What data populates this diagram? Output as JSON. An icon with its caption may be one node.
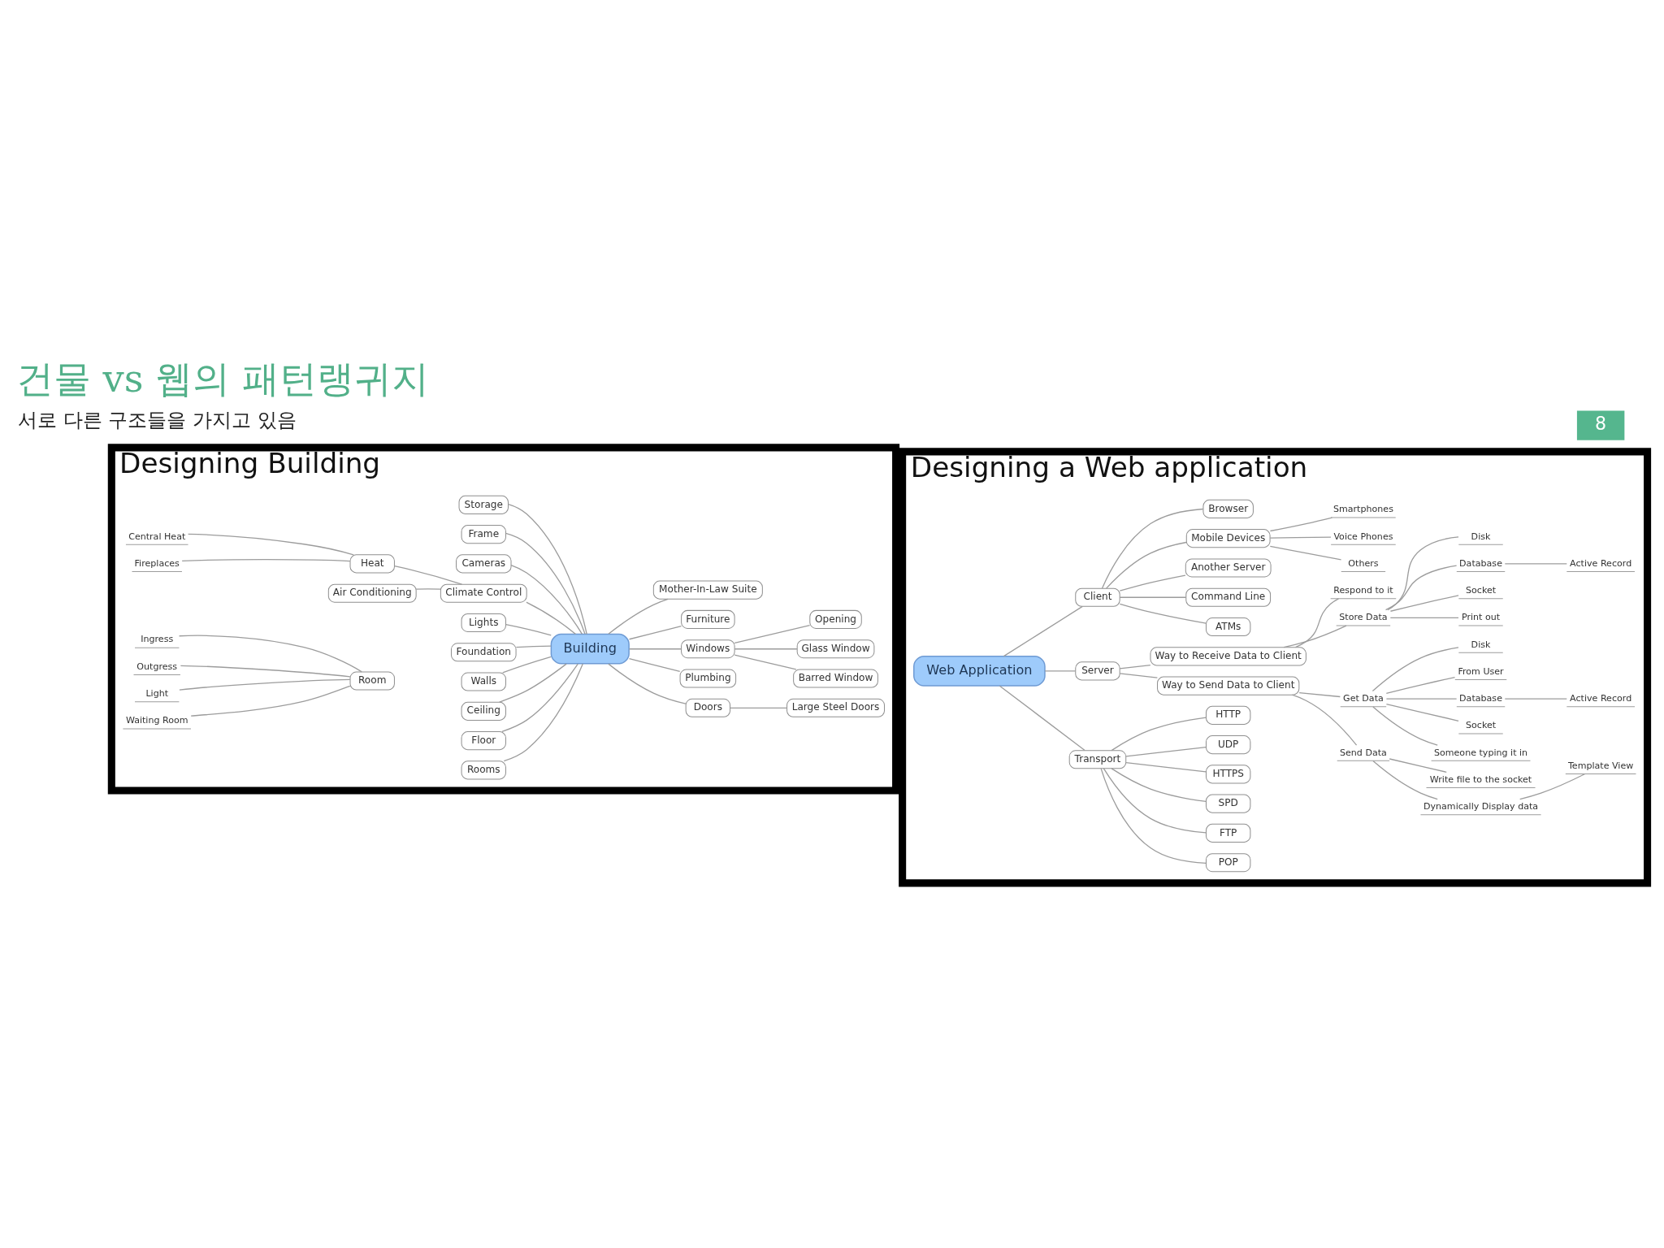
{
  "diagram": {
    "title": "건물 vs 웹의 패턴랭귀지",
    "nodes": [
      {
        "text": [
          "Designing Building"
        ]
      },
      {
        "text": [
          "Building"
        ],
        "in": 0
      },
      {
        "text": [
          "Storage"
        ],
        "in": 0
      },
      {
        "text": [
          "Frame"
        ],
        "in": 0
      },
      {
        "text": [
          "Cameras"
        ],
        "in": 0
      },
      {
        "text": [
          "Climate Control"
        ],
        "in": 0
      },
      {
        "text": [
          "Heat"
        ],
        "in": 0
      },
      {
        "text": [
          "Central Heat"
        ],
        "in": 0
      },
      {
        "text": [
          "Fireplaces"
        ],
        "in": 0
      },
      {
        "text": [
          "Air Conditioning"
        ],
        "in": 0
      },
      {
        "text": [
          "Lights"
        ],
        "in": 0
      },
      {
        "text": [
          "Foundation"
        ],
        "in": 0
      },
      {
        "text": [
          "Walls"
        ],
        "in": 0
      },
      {
        "text": [
          "Ceiling"
        ],
        "in": 0
      },
      {
        "text": [
          "Floor"
        ],
        "in": 0
      },
      {
        "text": [
          "Rooms"
        ],
        "in": 0
      },
      {
        "text": [
          "Mother-In-Law Suite"
        ],
        "in": 0
      },
      {
        "text": [
          "Furniture"
        ],
        "in": 0
      },
      {
        "text": [
          "Windows"
        ],
        "in": 0
      },
      {
        "text": [
          "Opening"
        ],
        "in": 0
      },
      {
        "text": [
          "Glass Window"
        ],
        "in": 0
      },
      {
        "text": [
          "Barred Window"
        ],
        "in": 0
      },
      {
        "text": [
          "Plumbing"
        ],
        "in": 0
      },
      {
        "text": [
          "Doors"
        ],
        "in": 0
      },
      {
        "text": [
          "Large Steel Doors"
        ],
        "in": 0
      },
      {
        "text": [
          "Room"
        ],
        "in": 0
      },
      {
        "text": [
          "Ingress"
        ],
        "in": 0
      },
      {
        "text": [
          "Outgress"
        ],
        "in": 0
      },
      {
        "text": [
          "Light"
        ],
        "in": 0
      },
      {
        "text": [
          "Waiting Room"
        ],
        "in": 0
      },
      {
        "text": [
          "Designing a Web application"
        ]
      },
      {
        "text": [
          "Web Application"
        ],
        "in": 30
      },
      {
        "text": [
          "Client"
        ],
        "in": 30
      },
      {
        "text": [
          "Browser"
        ],
        "in": 30
      },
      {
        "text": [
          "Mobile Devices"
        ],
        "in": 30
      },
      {
        "text": [
          "Smartphones"
        ],
        "in": 30
      },
      {
        "text": [
          "Voice Phones"
        ],
        "in": 30
      },
      {
        "text": [
          "Others"
        ],
        "in": 30
      },
      {
        "text": [
          "Another Server"
        ],
        "in": 30
      },
      {
        "text": [
          "Command Line"
        ],
        "in": 30
      },
      {
        "text": [
          "ATMs"
        ],
        "in": 30
      },
      {
        "text": [
          "Server"
        ],
        "in": 30
      },
      {
        "text": [
          "Way to Receive Data to Client"
        ],
        "in": 30
      },
      {
        "text": [
          "Respond to it"
        ],
        "in": 30
      },
      {
        "text": [
          "Store Data"
        ],
        "in": 30
      },
      {
        "text": [
          "Disk"
        ],
        "in": 30
      },
      {
        "text": [
          "Database"
        ],
        "in": 30
      },
      {
        "text": [
          "Active Record"
        ],
        "in": 30
      },
      {
        "text": [
          "Socket"
        ],
        "in": 30
      },
      {
        "text": [
          "Print out"
        ],
        "in": 30
      },
      {
        "text": [
          "Way to Send Data to Client"
        ],
        "in": 30
      },
      {
        "text": [
          "Get Data"
        ],
        "in": 30
      },
      {
        "text": [
          "Disk"
        ],
        "in": 30
      },
      {
        "text": [
          "From User"
        ],
        "in": 30
      },
      {
        "text": [
          "Database"
        ],
        "in": 30
      },
      {
        "text": [
          "Active Record"
        ],
        "in": 30
      },
      {
        "text": [
          "Socket"
        ],
        "in": 30
      },
      {
        "text": [
          "Someone typing it in"
        ],
        "in": 30
      },
      {
        "text": [
          "Send Data"
        ],
        "in": 30
      },
      {
        "text": [
          "Write file to the socket"
        ],
        "in": 30
      },
      {
        "text": [
          "Dynamically Display data"
        ],
        "in": 30
      },
      {
        "text": [
          "Template View"
        ],
        "in": 30
      },
      {
        "text": [
          "Transport"
        ],
        "in": 30
      },
      {
        "text": [
          "HTTP"
        ],
        "in": 30
      },
      {
        "text": [
          "UDP"
        ],
        "in": 30
      },
      {
        "text": [
          "HTTPS"
        ],
        "in": 30
      },
      {
        "text": [
          "SPD"
        ],
        "in": 30
      },
      {
        "text": [
          "FTP"
        ],
        "in": 30
      },
      {
        "text": [
          "POP"
        ],
        "in": 30
      }
    ],
    "edges": [
      {
        "from": 1,
        "to": 2,
        "arrow": "none"
      },
      {
        "from": 1,
        "to": 3,
        "arrow": "none"
      },
      {
        "from": 1,
        "to": 4,
        "arrow": "none"
      },
      {
        "from": 1,
        "to": 5,
        "arrow": "none"
      },
      {
        "from": 5,
        "to": 6,
        "arrow": "none"
      },
      {
        "from": 6,
        "to": 7,
        "arrow": "none"
      },
      {
        "from": 6,
        "to": 8,
        "arrow": "none"
      },
      {
        "from": 5,
        "to": 9,
        "arrow": "none"
      },
      {
        "from": 1,
        "to": 10,
        "arrow": "none"
      },
      {
        "from": 1,
        "to": 11,
        "arrow": "none"
      },
      {
        "from": 1,
        "to": 12,
        "arrow": "none"
      },
      {
        "from": 1,
        "to": 13,
        "arrow": "none"
      },
      {
        "from": 1,
        "to": 14,
        "arrow": "none"
      },
      {
        "from": 1,
        "to": 15,
        "arrow": "none"
      },
      {
        "from": 1,
        "to": 16,
        "arrow": "none"
      },
      {
        "from": 1,
        "to": 17,
        "arrow": "none"
      },
      {
        "from": 1,
        "to": 18,
        "arrow": "none"
      },
      {
        "from": 18,
        "to": 19,
        "arrow": "none"
      },
      {
        "from": 18,
        "to": 20,
        "arrow": "none"
      },
      {
        "from": 18,
        "to": 21,
        "arrow": "none"
      },
      {
        "from": 1,
        "to": 22,
        "arrow": "none"
      },
      {
        "from": 1,
        "to": 23,
        "arrow": "none"
      },
      {
        "from": 23,
        "to": 24,
        "arrow": "none"
      },
      {
        "from": 25,
        "to": 26,
        "arrow": "none"
      },
      {
        "from": 25,
        "to": 27,
        "arrow": "none"
      },
      {
        "from": 25,
        "to": 28,
        "arrow": "none"
      },
      {
        "from": 25,
        "to": 29,
        "arrow": "none"
      },
      {
        "from": 31,
        "to": 32,
        "arrow": "none"
      },
      {
        "from": 32,
        "to": 33,
        "arrow": "none"
      },
      {
        "from": 32,
        "to": 34,
        "arrow": "none"
      },
      {
        "from": 34,
        "to": 35,
        "arrow": "none"
      },
      {
        "from": 34,
        "to": 36,
        "arrow": "none"
      },
      {
        "from": 34,
        "to": 37,
        "arrow": "none"
      },
      {
        "from": 32,
        "to": 38,
        "arrow": "none"
      },
      {
        "from": 32,
        "to": 39,
        "arrow": "none"
      },
      {
        "from": 32,
        "to": 40,
        "arrow": "none"
      },
      {
        "from": 31,
        "to": 41,
        "arrow": "none"
      },
      {
        "from": 41,
        "to": 42,
        "arrow": "none"
      },
      {
        "from": 42,
        "to": 43,
        "arrow": "none"
      },
      {
        "from": 42,
        "to": 44,
        "arrow": "none"
      },
      {
        "from": 44,
        "to": 45,
        "arrow": "none"
      },
      {
        "from": 44,
        "to": 46,
        "arrow": "none"
      },
      {
        "from": 46,
        "to": 47,
        "arrow": "none"
      },
      {
        "from": 44,
        "to": 48,
        "arrow": "none"
      },
      {
        "from": 44,
        "to": 49,
        "arrow": "none"
      },
      {
        "from": 41,
        "to": 50,
        "arrow": "none"
      },
      {
        "from": 50,
        "to": 51,
        "arrow": "none"
      },
      {
        "from": 51,
        "to": 52,
        "arrow": "none"
      },
      {
        "from": 51,
        "to": 53,
        "arrow": "none"
      },
      {
        "from": 51,
        "to": 54,
        "arrow": "none"
      },
      {
        "from": 54,
        "to": 55,
        "arrow": "none"
      },
      {
        "from": 51,
        "to": 56,
        "arrow": "none"
      },
      {
        "from": 51,
        "to": 57,
        "arrow": "none"
      },
      {
        "from": 50,
        "to": 58,
        "arrow": "none"
      },
      {
        "from": 58,
        "to": 59,
        "arrow": "none"
      },
      {
        "from": 58,
        "to": 60,
        "arrow": "none"
      },
      {
        "from": 60,
        "to": 61,
        "arrow": "none"
      },
      {
        "from": 31,
        "to": 62,
        "arrow": "none"
      },
      {
        "from": 62,
        "to": 63,
        "arrow": "none"
      },
      {
        "from": 62,
        "to": 64,
        "arrow": "none"
      },
      {
        "from": 62,
        "to": 65,
        "arrow": "none"
      },
      {
        "from": 62,
        "to": 66,
        "arrow": "none"
      },
      {
        "from": 62,
        "to": 67,
        "arrow": "none"
      },
      {
        "from": 62,
        "to": 68,
        "arrow": "none"
      }
    ],
    "labels": [
      "서로 다른 구조들을 가지고 있음",
      "8"
    ]
  }
}
